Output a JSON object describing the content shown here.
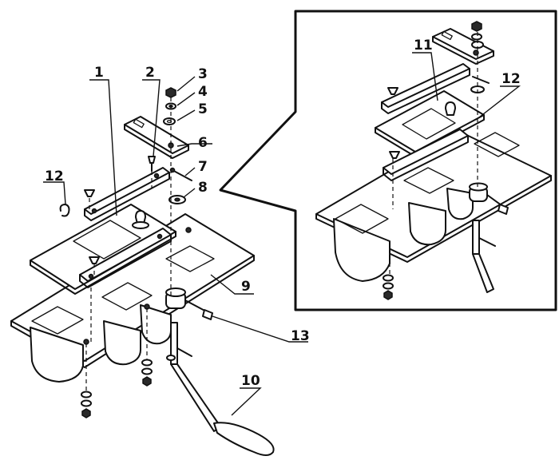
{
  "callouts": {
    "part_1": "1",
    "part_2": "2",
    "part_3": "3",
    "part_4": "4",
    "part_5": "5",
    "part_6": "6",
    "part_7": "7",
    "part_8": "8",
    "part_9": "9",
    "part_10": "10",
    "part_11": "11",
    "part_12_main": "12",
    "part_12_inset": "12",
    "part_13": "13"
  }
}
